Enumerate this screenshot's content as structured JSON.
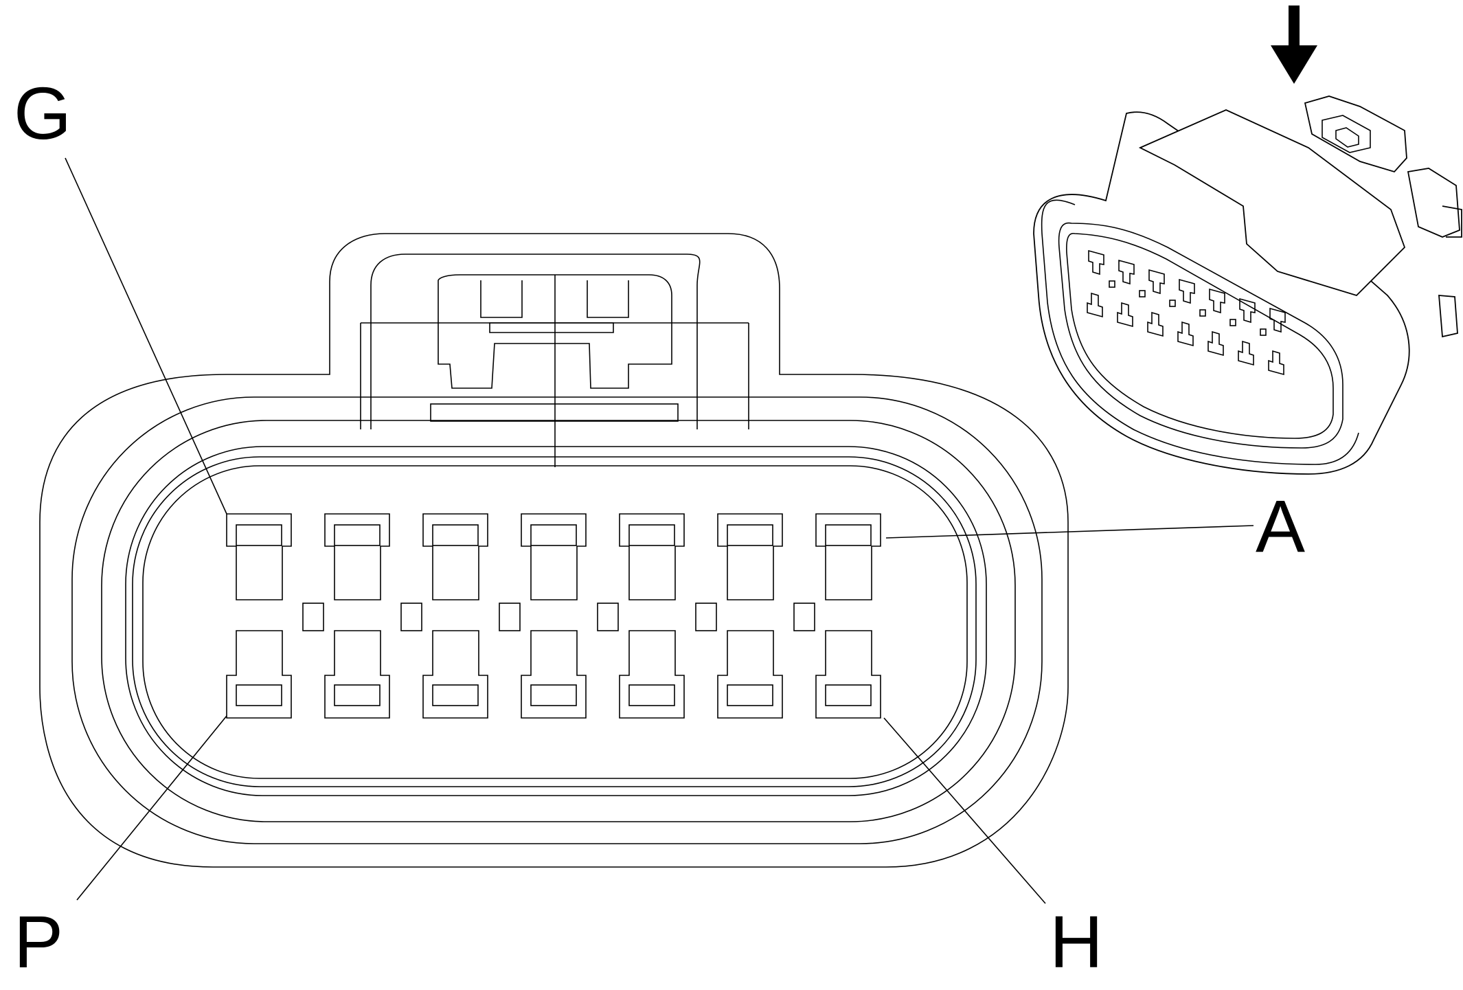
{
  "labels": {
    "g": "G",
    "a": "A",
    "p": "P",
    "h": "H"
  },
  "connector": {
    "cavities_per_row": 7,
    "rows": 2,
    "line_color": "#000000",
    "background": "#ffffff",
    "view_indicator": "down-arrow-icon"
  }
}
